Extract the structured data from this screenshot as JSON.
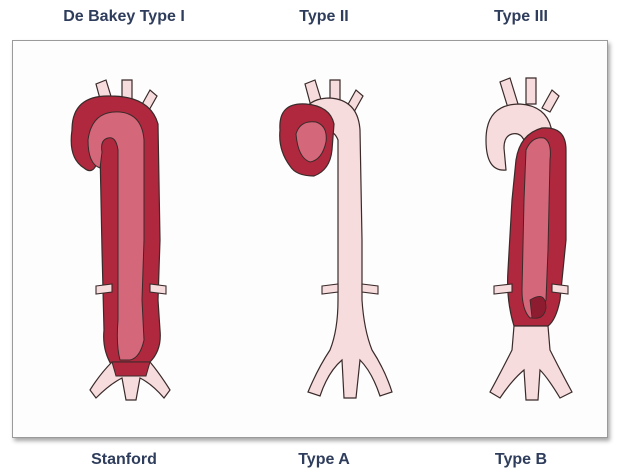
{
  "top_labels": {
    "type_i": "De Bakey Type I",
    "type_ii": "Type II",
    "type_iii": "Type III"
  },
  "bottom_labels": {
    "stanford": "Stanford",
    "type_a": "Type A",
    "type_b": "Type B"
  },
  "colors": {
    "vessel": "#f6dcdc",
    "dissection": "#b0283e",
    "dissection_light": "#d4677a",
    "outline": "#3a2a2a"
  }
}
